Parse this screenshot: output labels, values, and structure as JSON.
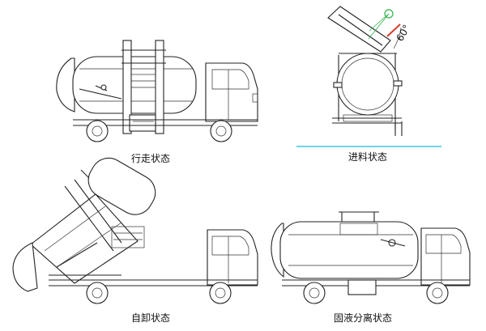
{
  "panels": [
    {
      "id": "driving",
      "caption": "行走状态"
    },
    {
      "id": "feeding",
      "caption": "进料状态"
    },
    {
      "id": "dumping",
      "caption": "自卸状态"
    },
    {
      "id": "separation",
      "caption": "固液分离状态"
    }
  ],
  "annotations": {
    "tilt_angle": "60°"
  },
  "colors": {
    "line": "#222222",
    "accent_green": "#2fb24a",
    "accent_red": "#d63b2a",
    "accent_cyan": "#3cc8e0"
  }
}
